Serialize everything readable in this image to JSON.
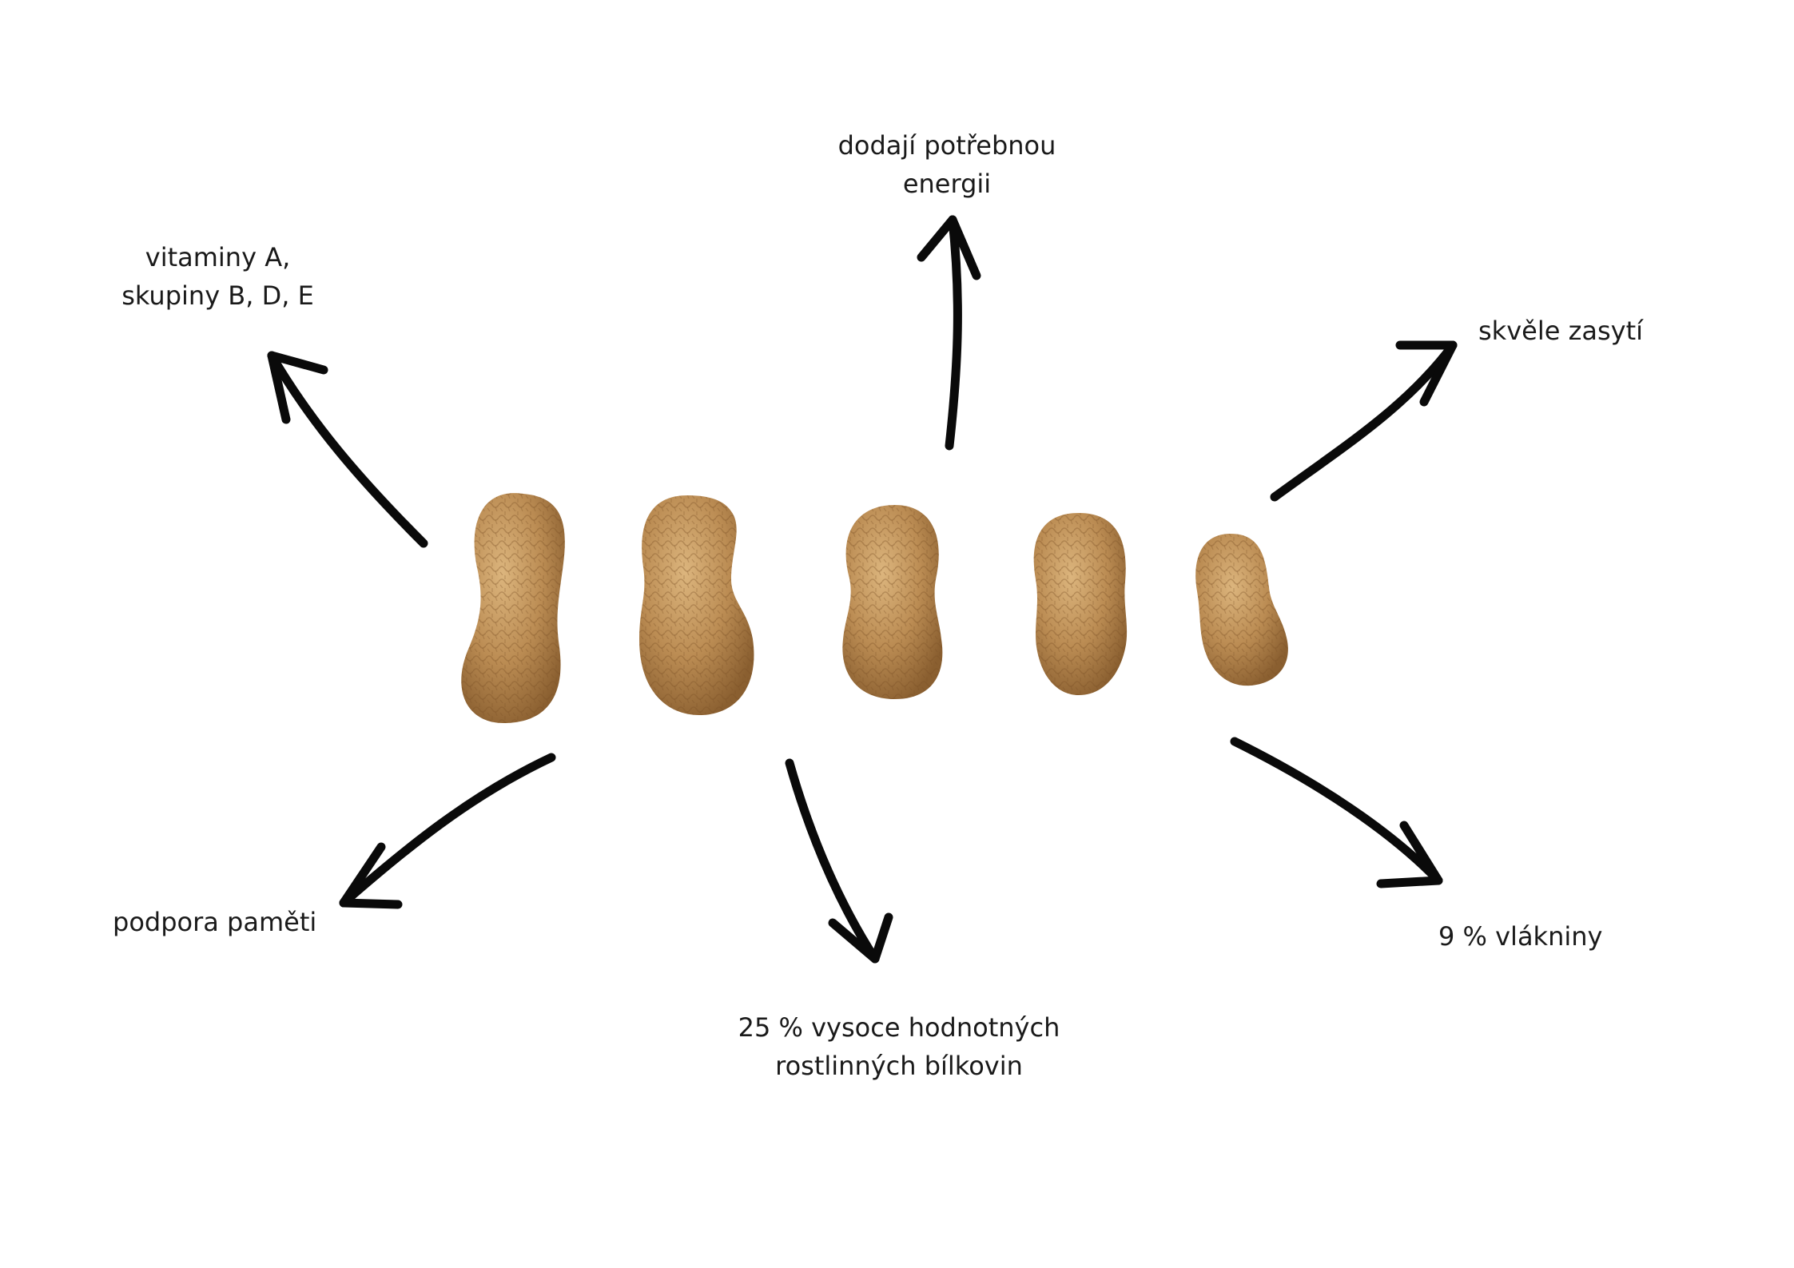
{
  "labels": {
    "energy": [
      "dodají potřebnou",
      "energii"
    ],
    "vitamins": [
      "vitaminy A,",
      "skupiny B, D, E"
    ],
    "satiety": "skvěle zasytí",
    "memory": "podpora paměti",
    "protein": [
      "25 % vysoce hodnotných",
      "rostlinných bílkovin"
    ],
    "fiber": "9 % vlákniny"
  },
  "colors": {
    "background": "#ffffff",
    "text": "#1a1a1a",
    "arrow": "#0a0a0a",
    "shell": "#b88a52",
    "shell_light": "#d2aa72",
    "shell_dark": "#8a5f30"
  },
  "peanut_count": 5
}
